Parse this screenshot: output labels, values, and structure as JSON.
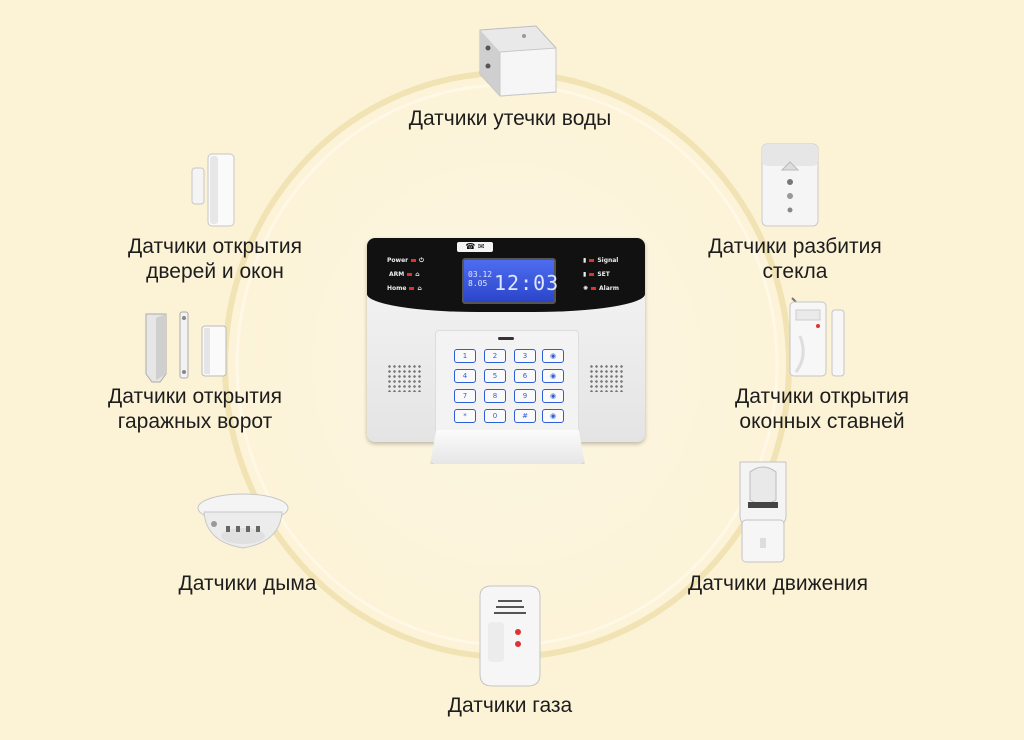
{
  "panel": {
    "lcd_time": "12:03",
    "lcd_date_top": "03.12",
    "lcd_date_bottom": "8.05",
    "left_labels": [
      "Power",
      "ARM",
      "Home"
    ],
    "right_labels": [
      "Signal",
      "SET",
      "Alarm"
    ],
    "keys": [
      "1",
      "2",
      "3",
      "4",
      "5",
      "6",
      "7",
      "8",
      "9",
      "*",
      "0",
      "#"
    ]
  },
  "sensors": [
    {
      "id": "water",
      "lines": [
        "Датчики утечки воды"
      ]
    },
    {
      "id": "glass",
      "lines": [
        "Датчики разбития",
        "стекла"
      ]
    },
    {
      "id": "doors",
      "lines": [
        "Датчики открытия",
        "дверей и окон"
      ]
    },
    {
      "id": "garage",
      "lines": [
        "Датчики открытия",
        "гаражных ворот"
      ]
    },
    {
      "id": "shutters",
      "lines": [
        "Датчики открытия",
        "оконных ставней"
      ]
    },
    {
      "id": "smoke",
      "lines": [
        "Датчики дыма"
      ]
    },
    {
      "id": "motion",
      "lines": [
        "Датчики движения"
      ]
    },
    {
      "id": "gas",
      "lines": [
        "Датчики газа"
      ]
    }
  ]
}
